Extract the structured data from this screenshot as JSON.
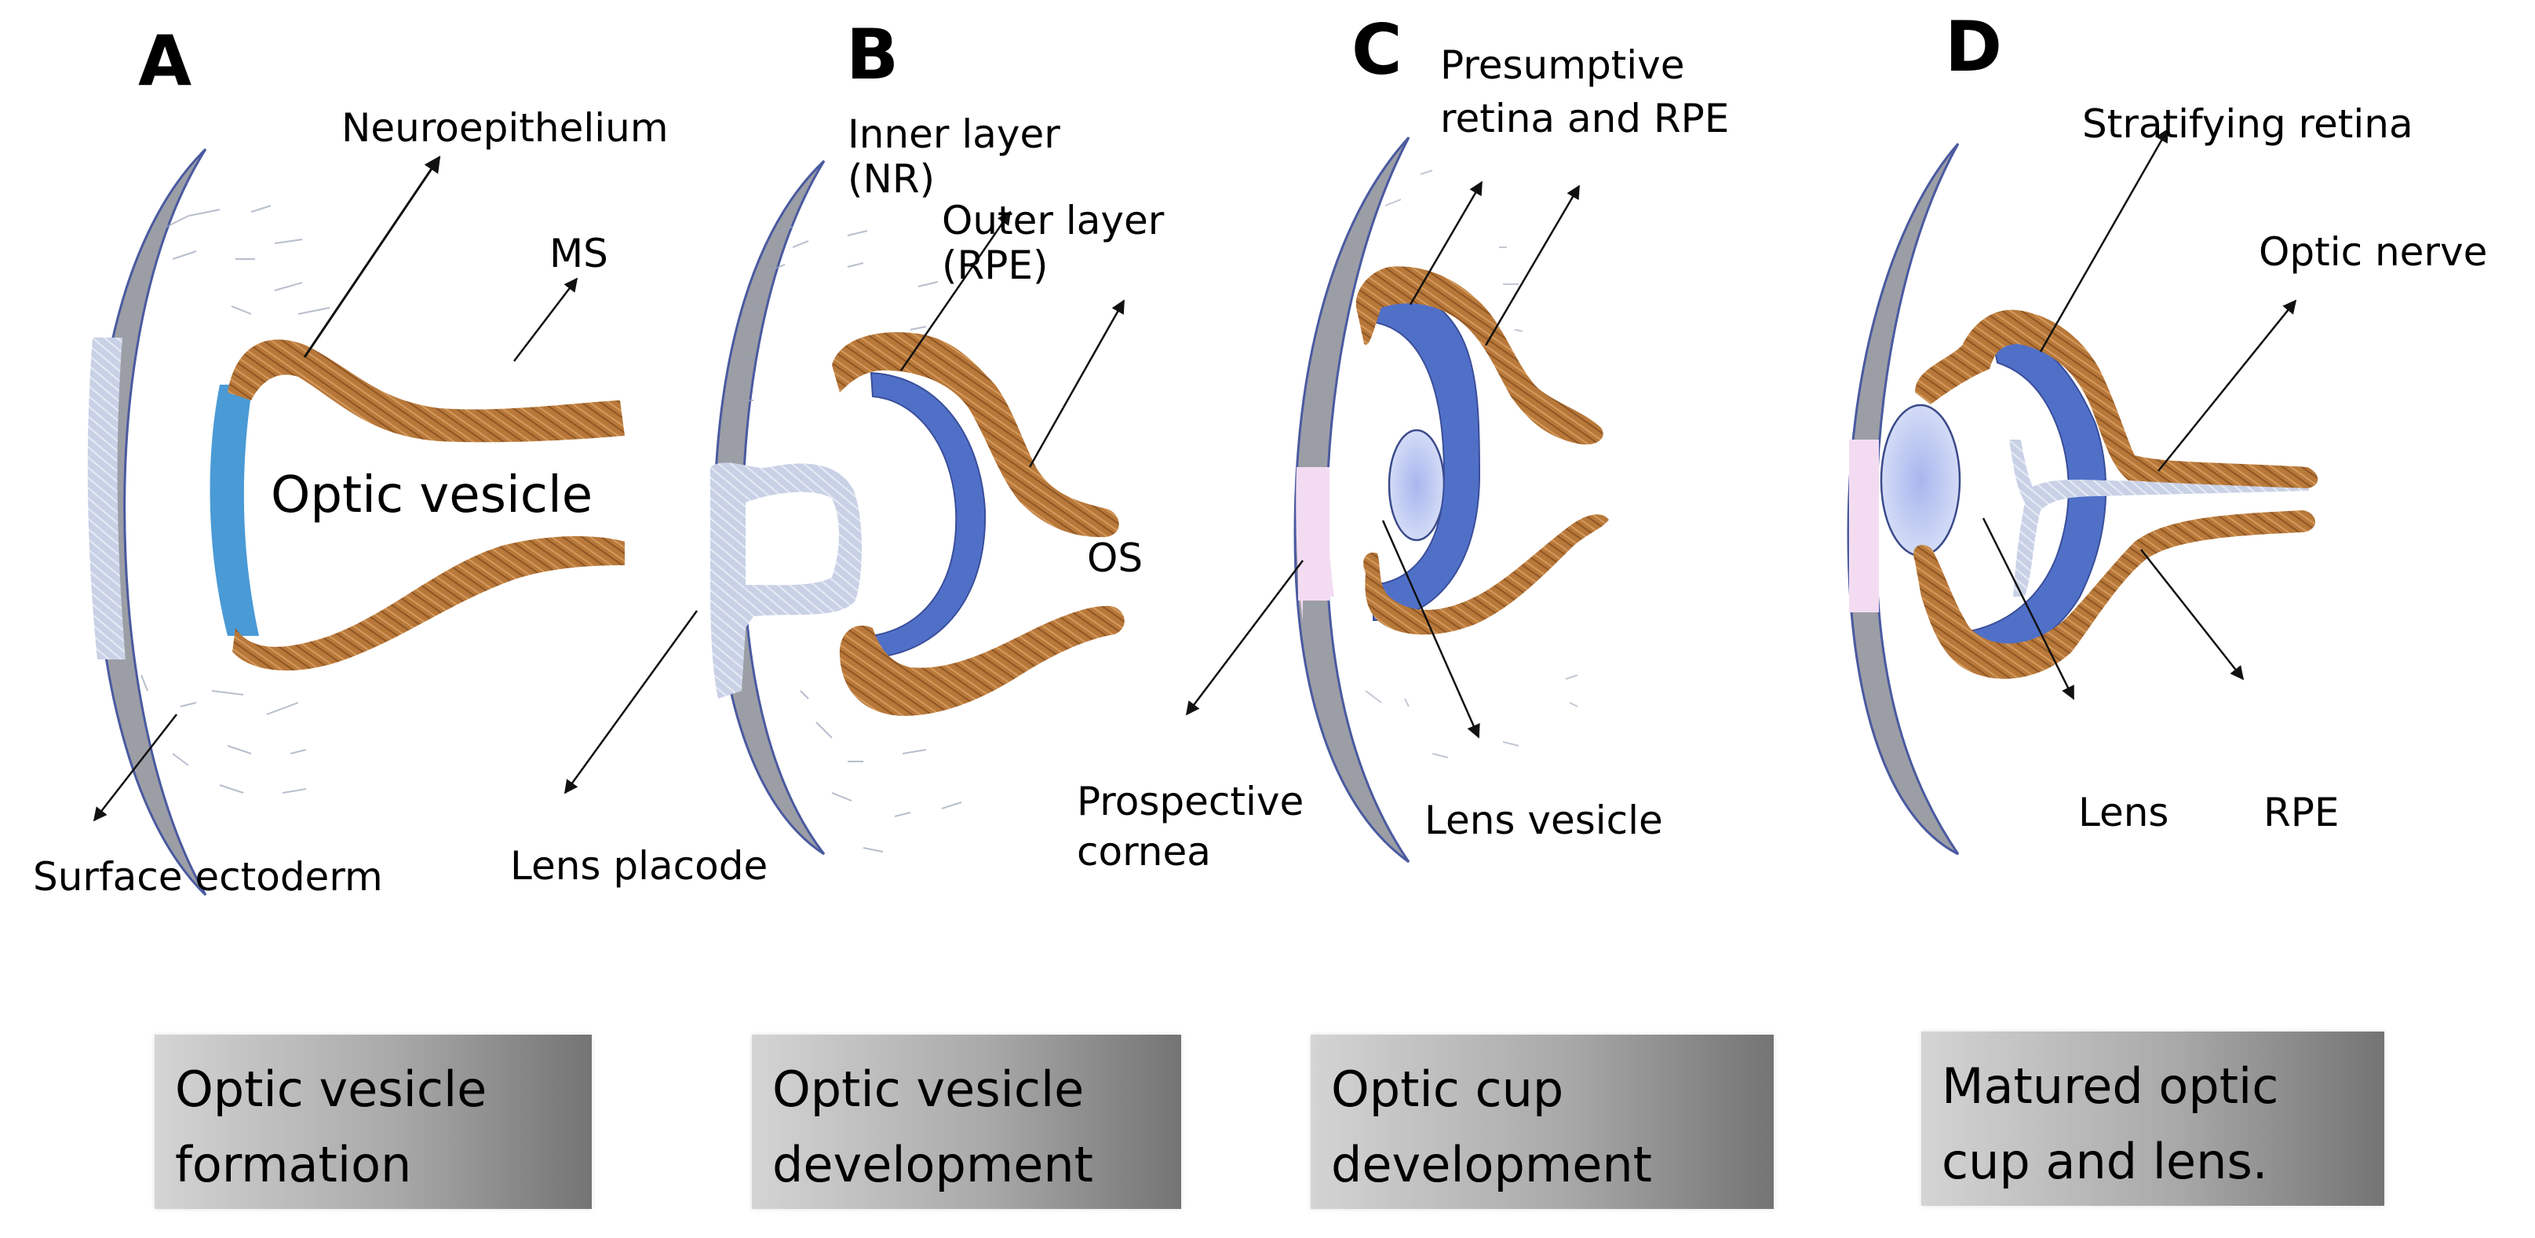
{
  "figure": {
    "title": "Stages of eye development",
    "colors": {
      "surface_ectoderm": "#9c9ea6",
      "ectoderm_outline": "#4a5aa0",
      "lens_placode": "#c7d0e6",
      "neuroepithelium_blue": "#4a9ad6",
      "neural_retina": "#5070c8",
      "rpe_brown": "#b8783a",
      "prospective_cornea": "#f3dcf2",
      "lens_fill": "#c8d2f2",
      "arrow": "#111111"
    },
    "panels": [
      {
        "letter": "A",
        "labels": {
          "neuroepithelium": "Neuroepithelium",
          "ms": "MS",
          "optic_vesicle": "Optic vesicle",
          "surface_ectoderm": "Surface ectoderm",
          "lens_placode": "Lens placode"
        },
        "stage": [
          "Optic vesicle",
          "formation"
        ]
      },
      {
        "letter": "B",
        "labels": {
          "inner_layer_1": "Inner layer",
          "inner_layer_2": "(NR)",
          "outer_layer_1": "Outer layer",
          "outer_layer_2": "(RPE)",
          "os": "OS"
        },
        "stage": [
          "Optic vesicle",
          "development"
        ]
      },
      {
        "letter": "C",
        "labels": {
          "presumptive_1": "Presumptive",
          "presumptive_2": "retina and RPE",
          "prospective_1": "Prospective",
          "prospective_2": "cornea",
          "lens_vesicle": "Lens vesicle"
        },
        "stage": [
          "Optic cup",
          "development"
        ]
      },
      {
        "letter": "D",
        "labels": {
          "stratifying_retina": "Stratifying retina",
          "optic_nerve": "Optic nerve",
          "lens": "Lens",
          "rpe": "RPE"
        },
        "stage": [
          "Matured optic",
          "cup and lens."
        ]
      }
    ]
  }
}
